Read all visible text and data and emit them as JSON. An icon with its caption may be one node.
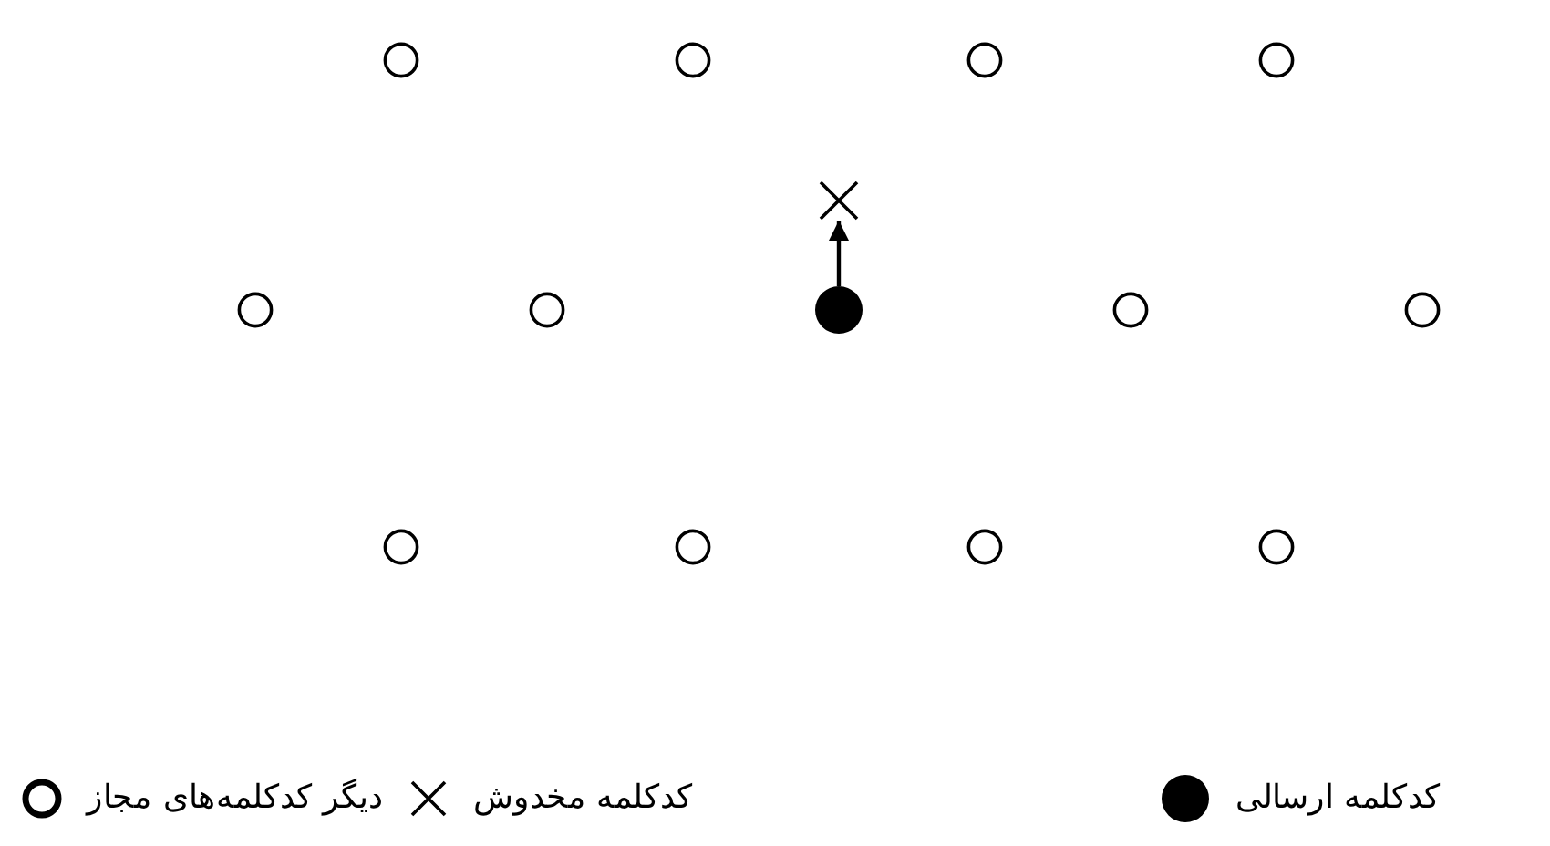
{
  "diagram": {
    "nodes": [
      {
        "text": [],
        "shape": "circle"
      },
      {
        "text": [],
        "shape": "circle"
      },
      {
        "text": [],
        "shape": "circle"
      },
      {
        "text": [],
        "shape": "circle"
      },
      {
        "text": [],
        "shape": "cross"
      },
      {
        "text": [],
        "shape": "circle"
      },
      {
        "text": [],
        "shape": "circle"
      },
      {
        "text": [],
        "shape": "dot"
      },
      {
        "text": [],
        "shape": "circle"
      },
      {
        "text": [],
        "shape": "circle"
      },
      {
        "text": [],
        "shape": "circle"
      },
      {
        "text": [],
        "shape": "circle"
      },
      {
        "text": [],
        "shape": "circle"
      },
      {
        "text": [],
        "shape": "circle"
      }
    ],
    "edges": [
      {
        "from": 7,
        "to": 4,
        "arrow": "to"
      }
    ],
    "legend": [
      {
        "text": "کدکلمه ارسالی"
      },
      {
        "text": "کدکلمه مخدوش"
      },
      {
        "text": "دیگر کدکلمه‌های مجاز"
      }
    ]
  }
}
